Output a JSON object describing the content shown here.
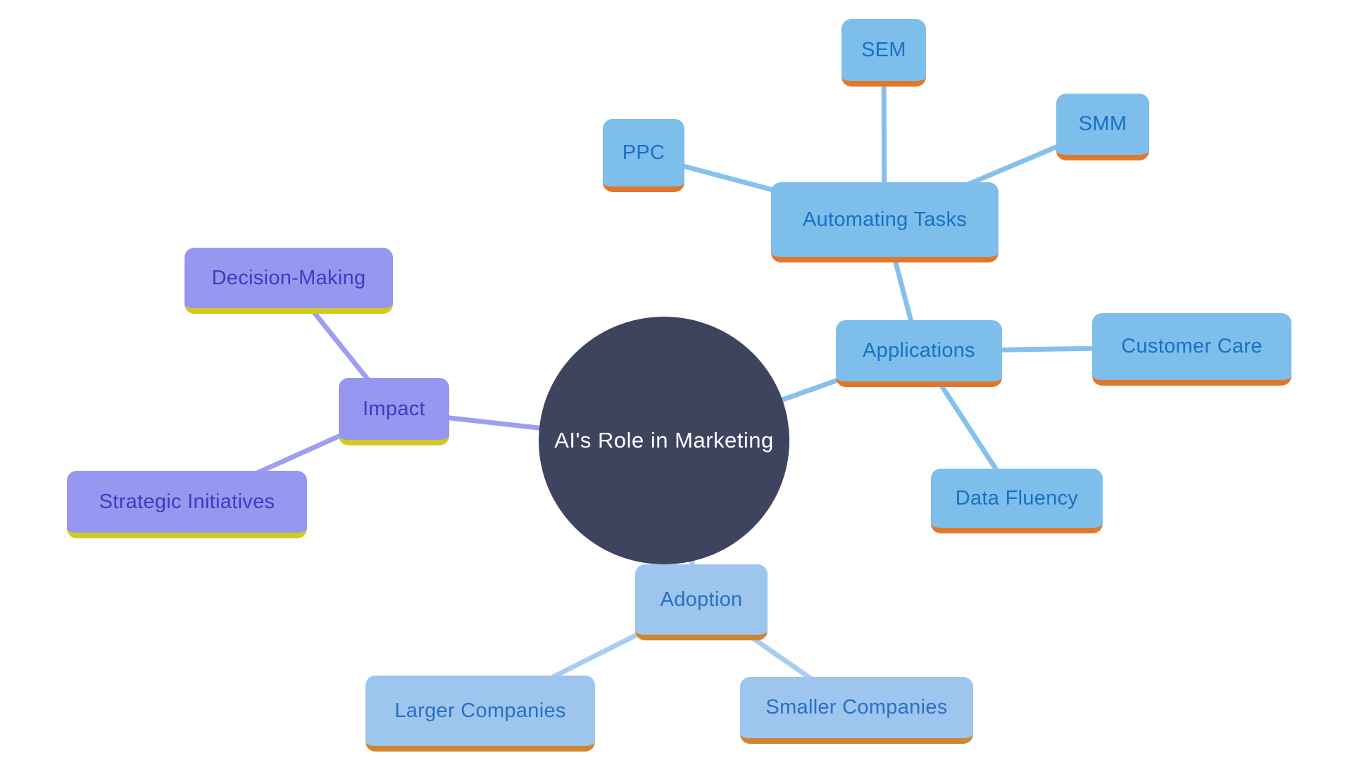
{
  "mindmap": {
    "type": "mindmap",
    "center": {
      "label": "AI's Role in Marketing"
    },
    "branches": [
      {
        "label": "Applications",
        "children": [
          {
            "label": "Automating Tasks",
            "children": [
              {
                "label": "SEM"
              },
              {
                "label": "PPC"
              },
              {
                "label": "SMM"
              }
            ]
          },
          {
            "label": "Customer Care"
          },
          {
            "label": "Data Fluency"
          }
        ]
      },
      {
        "label": "Impact",
        "children": [
          {
            "label": "Decision-Making"
          },
          {
            "label": "Strategic Initiatives"
          }
        ]
      },
      {
        "label": "Adoption",
        "children": [
          {
            "label": "Larger Companies"
          },
          {
            "label": "Smaller Companies"
          }
        ]
      }
    ]
  },
  "colors": {
    "center_fill": "#3f445e",
    "center_text": "#ffffff",
    "applications_branch_fill": "#7dbfea",
    "applications_branch_underline": "#e0782c",
    "applications_branch_text": "#1b6fc5",
    "adoption_branch_fill": "#9dc5ee",
    "adoption_branch_underline": "#cd8631",
    "adoption_branch_text": "#2a70c2",
    "impact_branch_fill": "#9697ef",
    "impact_branch_underline": "#d2c922",
    "impact_branch_text": "#3e3bc0",
    "edge_applications": "#85c1ec",
    "edge_adoption": "#a9cdf1",
    "edge_impact": "#9e9ef3"
  }
}
